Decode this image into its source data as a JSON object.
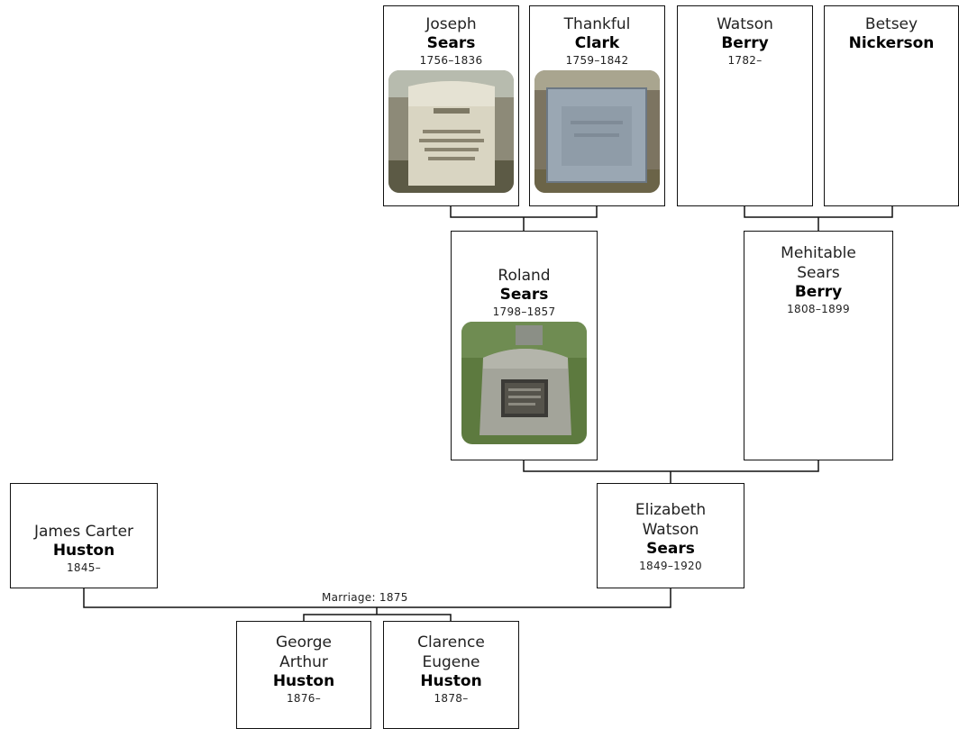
{
  "people": {
    "joseph": {
      "given": "Joseph",
      "surname": "Sears",
      "dates": "1756–1836",
      "photo": "headstone-icon"
    },
    "thankful": {
      "given": "Thankful",
      "surname": "Clark",
      "dates": "1759–1842",
      "photo": "headstone-icon"
    },
    "watson": {
      "given": "Watson",
      "surname": "Berry",
      "dates": "1782–"
    },
    "betsey": {
      "given": "Betsey",
      "surname": "Nickerson"
    },
    "roland": {
      "given": "Roland",
      "surname": "Sears",
      "dates": "1798–1857",
      "photo": "headstone-icon"
    },
    "mehitable": {
      "given": "Mehitable",
      "middle": "Sears",
      "surname": "Berry",
      "dates": "1808–1899"
    },
    "james": {
      "given": "James Carter",
      "surname": "Huston",
      "dates": "1845–"
    },
    "elizabeth": {
      "given": "Elizabeth",
      "middle": "Watson",
      "surname": "Sears",
      "dates": "1849–1920"
    },
    "george": {
      "given": "George",
      "middle": "Arthur",
      "surname": "Huston",
      "dates": "1876–"
    },
    "clarence": {
      "given": "Clarence",
      "middle": "Eugene",
      "surname": "Huston",
      "dates": "1878–"
    }
  },
  "marriage": {
    "label": "Marriage: 1875"
  },
  "colors": {
    "line": "#111111",
    "box_border": "#111111",
    "background": "#ffffff"
  }
}
